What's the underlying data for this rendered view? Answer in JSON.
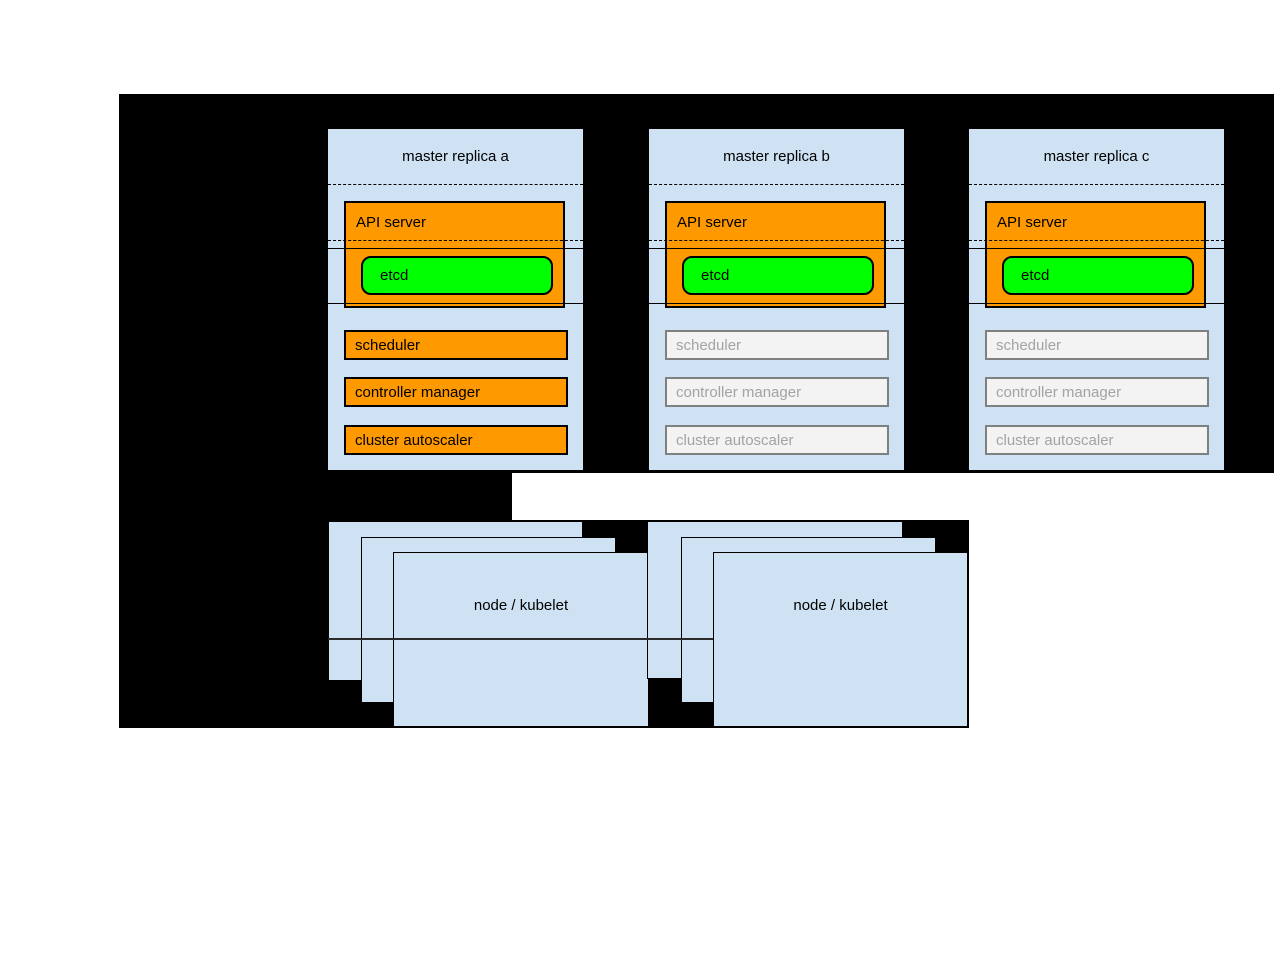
{
  "diagram": {
    "masters": [
      {
        "title": "master replica a",
        "api_server_label": "API server",
        "etcd_label": "etcd",
        "components": [
          "scheduler",
          "controller manager",
          "cluster autoscaler"
        ],
        "state": "active"
      },
      {
        "title": "master replica b",
        "api_server_label": "API server",
        "etcd_label": "etcd",
        "components": [
          "scheduler",
          "controller manager",
          "cluster autoscaler"
        ],
        "state": "inactive"
      },
      {
        "title": "master replica c",
        "api_server_label": "API server",
        "etcd_label": "etcd",
        "components": [
          "scheduler",
          "controller manager",
          "cluster autoscaler"
        ],
        "state": "inactive"
      }
    ],
    "nodes": [
      {
        "label": "node / kubelet"
      },
      {
        "label": "node / kubelet"
      }
    ],
    "colors": {
      "backdrop": "#000000",
      "box_fill": "#cfe2f3",
      "active_fill": "#ff9900",
      "etcd_fill": "#00ff00",
      "inactive_fill": "#f3f3f3",
      "inactive_border": "#808080",
      "inactive_text": "#a3a3a3"
    }
  }
}
